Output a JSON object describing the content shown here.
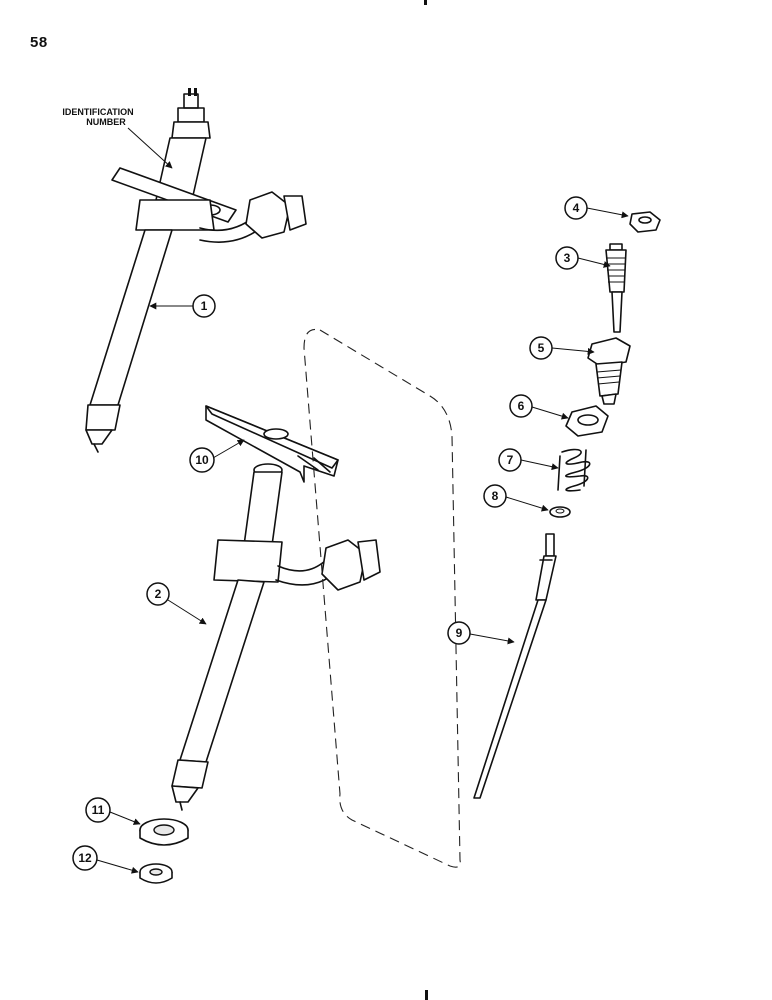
{
  "page": {
    "number": "58"
  },
  "labels": {
    "identification_line1": "IDENTIFICATION",
    "identification_line2": "NUMBER"
  },
  "callouts": [
    "1",
    "2",
    "3",
    "4",
    "5",
    "6",
    "7",
    "8",
    "9",
    "10",
    "11",
    "12"
  ]
}
